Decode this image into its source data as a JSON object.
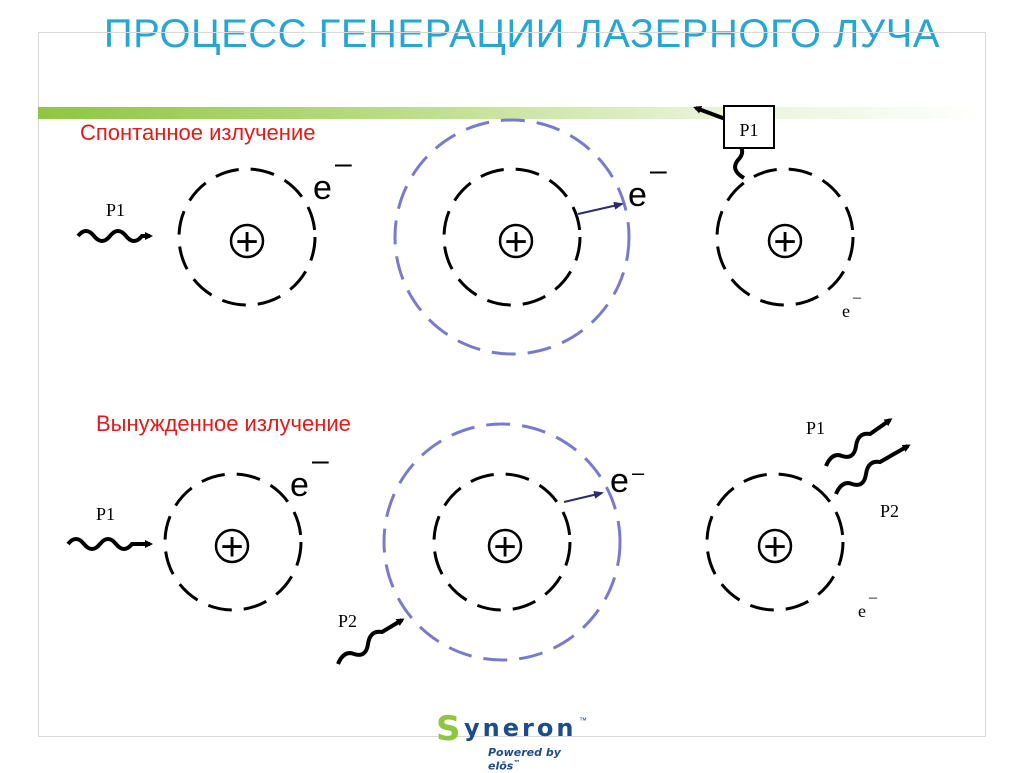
{
  "title": "ПРОЦЕСС ГЕНЕРАЦИИ ЛАЗЕРНОГО ЛУЧА",
  "colors": {
    "title": "#27a6d3",
    "section_label": "#e11b1b",
    "excited_orbit": "#7a7acc",
    "accent_bar": "#8fc63f",
    "electron_arrow": "#2b2b6e",
    "logo_blue": "#1c4c8c",
    "logo_green": "#8fc63f"
  },
  "sections": [
    {
      "id": "spontaneous",
      "label": "Спонтанное излучение"
    },
    {
      "id": "stimulated",
      "label": "Вынужденное излучение"
    }
  ],
  "nucleus_symbol": "+",
  "electron_symbol": "e",
  "electron_charge": "–",
  "photon_p1": "P1",
  "photon_p2": "P2",
  "logo": {
    "s_letter": "S",
    "word": "yneron",
    "tm": "™",
    "tagline": "Powered by elōs",
    "tagline_tm": "™"
  }
}
